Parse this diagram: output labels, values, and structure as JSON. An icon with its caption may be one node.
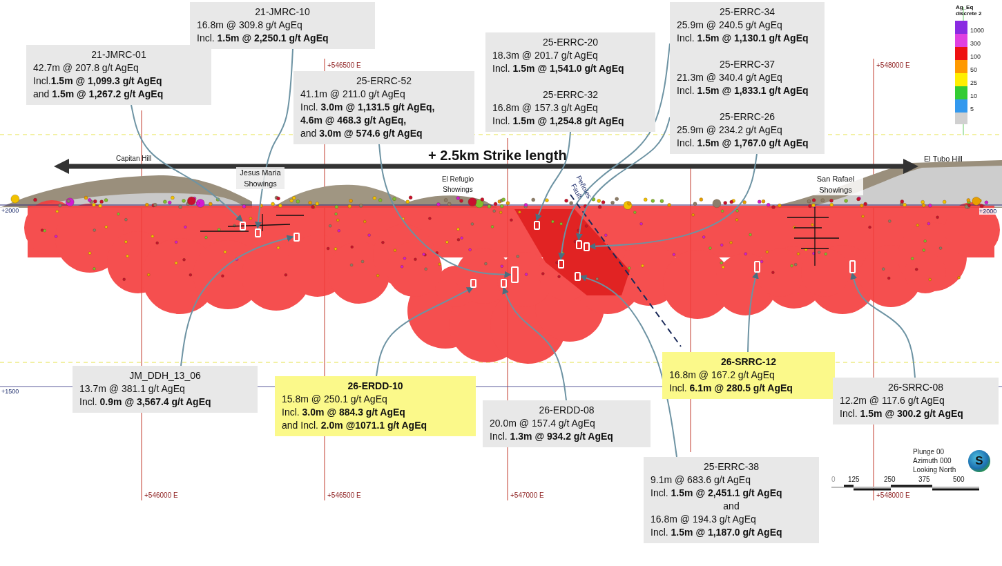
{
  "diagram": {
    "nodes": [
      {
        "text": [
          "21-JMRC-01",
          "42.7m @ 207.8 g/t AgEq",
          "Incl.**1.5m @ 1,099.3 g/t AgEq**",
          "and **1.5m @ 1,267.2 g/t AgEq**"
        ]
      },
      {
        "text": [
          "21-JMRC-10",
          "16.8m @ 309.8 g/t AgEq",
          "Incl. **1.5m @ 2,250.1 g/t AgEq**"
        ]
      },
      {
        "text": [
          "25-ERRC-52",
          "41.1m @ 211.0 g/t AgEq",
          "Incl. **3.0m @ 1,131.5 g/t AgEq, 4.6m @ 468.3 g/t AgEq,**",
          "and **3.0m @ 574.6 g/t AgEq**"
        ]
      },
      {
        "text": [
          "25-ERRC-20",
          "18.3m @ 201.7 g/t AgEq",
          "Incl. **1.5m @ 1,541.0 g/t AgEq**",
          "25-ERRC-32",
          "16.8m @ 157.3 g/t AgEq",
          "Incl. **1.5m @ 1,254.8 g/t AgEq**"
        ]
      },
      {
        "text": [
          "25-ERRC-34",
          "25.9m @ 240.5 g/t AgEq",
          "Incl. **1.5m @ 1,130.1 g/t AgEq**",
          "25-ERRC-37",
          "21.3m @ 340.4 g/t AgEq",
          "Incl. **1.5m @ 1,833.1 g/t AgEq**",
          "25-ERRC-26",
          "25.9m @ 234.2 g/t AgEq",
          "Incl. **1.5m @ 1,767.0 g/t AgEq**"
        ]
      },
      {
        "text": [
          "JM_DDH_13_06",
          "13.7m @ 381.1 g/t AgEq",
          "Incl. **0.9m @ 3,567.4 g/t AgEq**"
        ]
      },
      {
        "text": [
          "26-ERDD-10",
          "15.8m @ 250.1 g/t AgEq",
          "Incl. **3.0m @ 884.3 g/t AgEq**",
          "and Incl. **2.0m @1071.1 g/t AgEq**"
        ]
      },
      {
        "text": [
          "26-SRRC-12",
          "16.8m @ 167.2 g/t AgEq",
          "Incl. **6.1m @ 280.5 g/t AgEq**"
        ]
      },
      {
        "text": [
          "26-SRRC-08",
          "12.2m @ 117.6 g/t AgEq",
          "Incl. **1.5m @ 300.2 g/t AgEq**"
        ]
      },
      {
        "text": [
          "26-ERDD-08",
          "20.0m @ 157.4 g/t AgEq",
          "Incl. **1.3m @ 934.2 g/t AgEq**"
        ]
      },
      {
        "text": [
          "25-ERRC-38",
          "9.1m @ 683.6 g/t AgEq",
          "Incl. **1.5m @ 2,451.1 g/t AgEq**",
          "and",
          "16.8m @ 194.3 g/t AgEq",
          "Incl. **1.5m @ 1,187.0 g/t AgEq**"
        ]
      },
      {
        "text": [],
        "shape": "box"
      },
      {
        "text": [],
        "shape": "box"
      },
      {
        "text": [],
        "shape": "box"
      },
      {
        "text": [],
        "shape": "box"
      },
      {
        "text": [],
        "shape": "box"
      },
      {
        "text": [],
        "shape": "box"
      },
      {
        "text": [],
        "shape": "box"
      },
      {
        "text": [],
        "shape": "box"
      },
      {
        "text": [],
        "shape": "box"
      },
      {
        "text": [],
        "shape": "box"
      },
      {
        "text": [],
        "shape": "box"
      },
      {
        "text": [],
        "shape": "box"
      },
      {
        "text": [],
        "shape": "box"
      }
    ],
    "edges": [
      {
        "from": 0,
        "to": 11,
        "arrow": "to"
      },
      {
        "from": 1,
        "to": 12,
        "arrow": "to"
      },
      {
        "from": 2,
        "to": 16,
        "arrow": "to"
      },
      {
        "from": 3,
        "to": 17,
        "arrow": "to"
      },
      {
        "from": 4,
        "to": 18,
        "arrow": "to"
      },
      {
        "from": 4,
        "to": 20,
        "arrow": "to"
      },
      {
        "from": 4,
        "to": 21,
        "arrow": "to"
      },
      {
        "from": 5,
        "to": 13,
        "arrow": "to"
      },
      {
        "from": 6,
        "to": 14,
        "arrow": "to"
      },
      {
        "from": 7,
        "to": 22,
        "arrow": "to"
      },
      {
        "from": 8,
        "to": 23,
        "arrow": "to"
      },
      {
        "from": 9,
        "to": 15,
        "arrow": "to"
      },
      {
        "from": 10,
        "to": 19,
        "arrow": "to"
      }
    ],
    "labels": [
      "+546500 E",
      "+548000 E",
      "Ag_Eq discrete 2",
      "Capitan Hill",
      "+ 2.5km Strike length",
      "El Tubo Hill",
      "Jesus Maria Showings",
      "El Refugio Showings",
      "Peñoles Fault",
      "San Rafael Showings",
      "+2000",
      "+2000",
      "+1500",
      "Plunge 00",
      "Azimuth 000",
      "Looking North",
      "S",
      "0",
      "125",
      "250",
      "375",
      "500",
      "+546000 E",
      "+546500 E",
      "+547000 E",
      "+548000 E"
    ],
    "legend": [
      {
        "text": "1000",
        "color": "#8a2be2"
      },
      {
        "text": "300",
        "color": "#e040e0"
      },
      {
        "text": "100",
        "color": "#ee1111"
      },
      {
        "text": "50",
        "color": "#ff9900"
      },
      {
        "text": "25",
        "color": "#ffee00"
      },
      {
        "text": "10",
        "color": "#33cc33"
      },
      {
        "text": "5",
        "color": "#3399ee"
      }
    ]
  }
}
